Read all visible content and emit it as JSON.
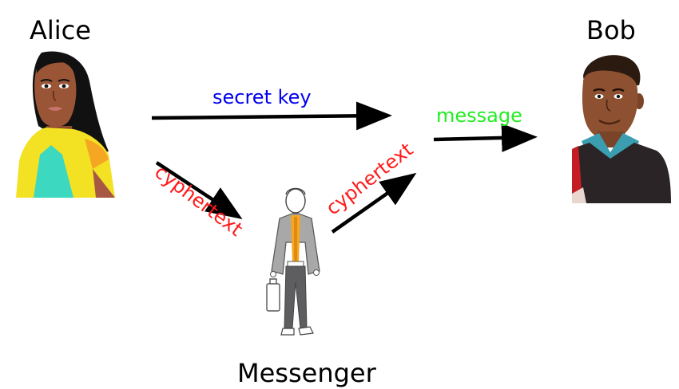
{
  "participants": {
    "alice": "Alice",
    "bob": "Bob",
    "messenger": "Messenger"
  },
  "edges": {
    "secret_key": "secret key",
    "message": "message",
    "cyphertext_to_messenger": "cyphertext",
    "cyphertext_to_bob": "cyphertext"
  },
  "colors": {
    "secret_key": "#0000ee",
    "message": "#22ee22",
    "cyphertext": "#ff1a1a",
    "arrow": "#000000"
  },
  "icons": {
    "alice": "woman-portrait-illustration",
    "bob": "man-portrait-illustration",
    "messenger": "walking-businessman-illustration"
  }
}
